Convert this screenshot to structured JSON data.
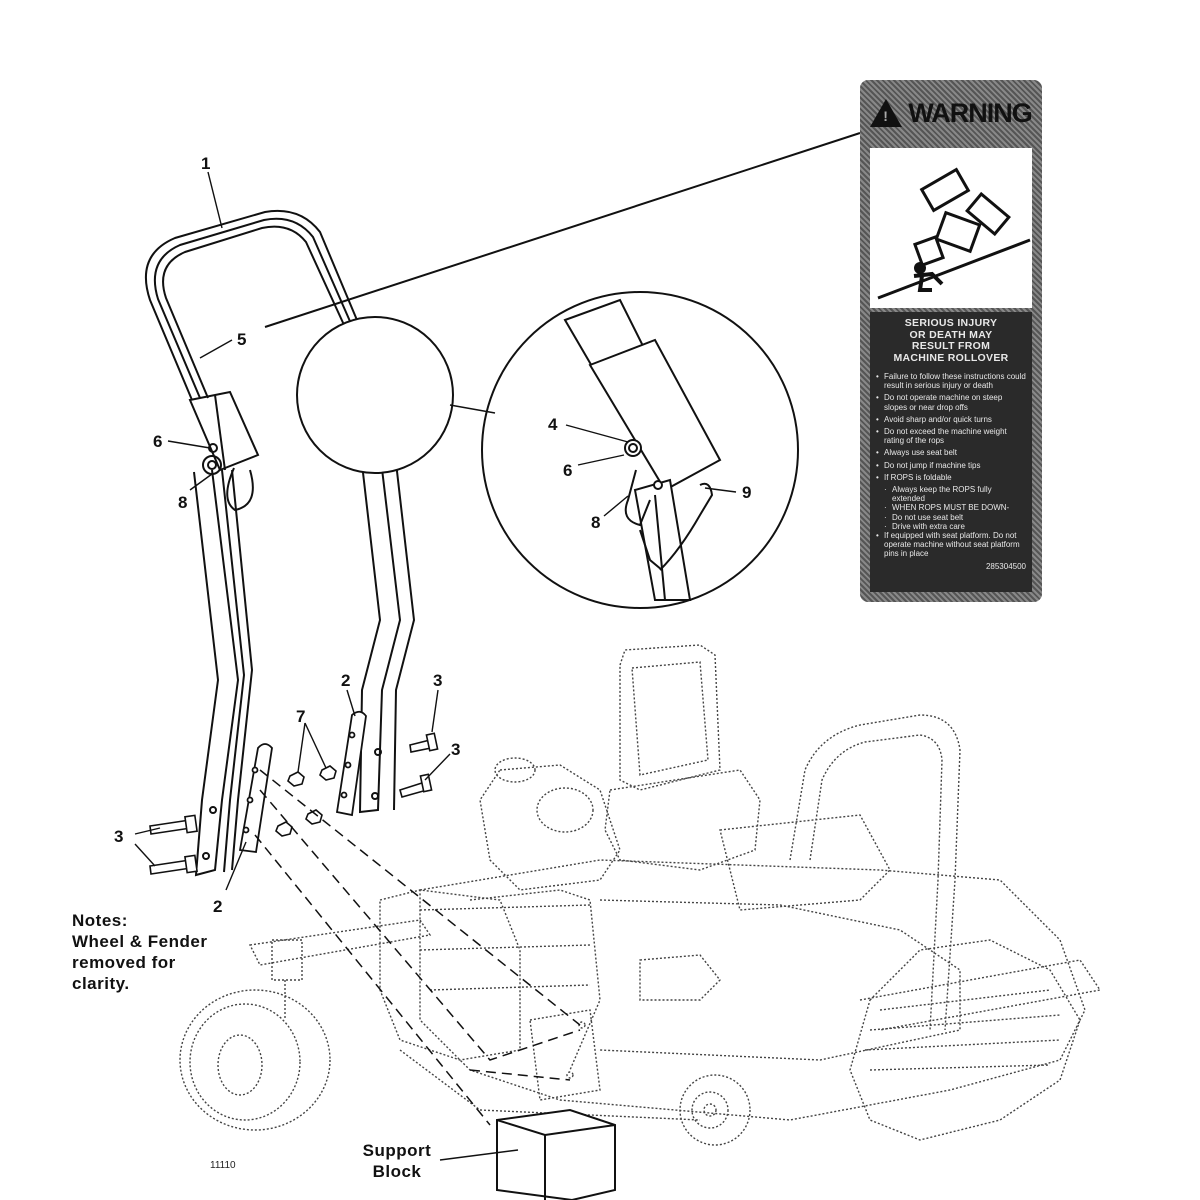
{
  "callouts": {
    "c1": "1",
    "c5": "5",
    "c6a": "6",
    "c8a": "8",
    "c4": "4",
    "c6b": "6",
    "c8b": "8",
    "c9": "9",
    "c2a": "2",
    "c2b": "2",
    "c3a": "3",
    "c3b": "3",
    "c3c": "3",
    "c7": "7"
  },
  "notes": {
    "line1": "Notes:",
    "line2": "Wheel & Fender",
    "line3": "removed for",
    "line4": "clarity."
  },
  "support_block": {
    "line1": "Support",
    "line2": "Block"
  },
  "figure_id": "11110",
  "warning_decal": {
    "heading": "WARNING",
    "title_lines": [
      "SERIOUS INJURY",
      "OR DEATH MAY",
      "RESULT FROM",
      "MACHINE ROLLOVER"
    ],
    "items": [
      "Failure to follow these instructions could result in serious injury or death",
      "Do not operate machine on steep slopes or near drop offs",
      "Avoid sharp and/or quick turns",
      "Do not exceed the machine weight rating of the rops",
      "Always use seat belt",
      "Do not jump if machine tips",
      "If ROPS is foldable",
      "Always keep the ROPS fully extended",
      "WHEN ROPS MUST BE DOWN-",
      "Do not use seat belt",
      "Drive with extra care",
      "If equipped with seat platform. Do not operate machine without seat platform pins in place"
    ],
    "part_code": "285304500"
  }
}
